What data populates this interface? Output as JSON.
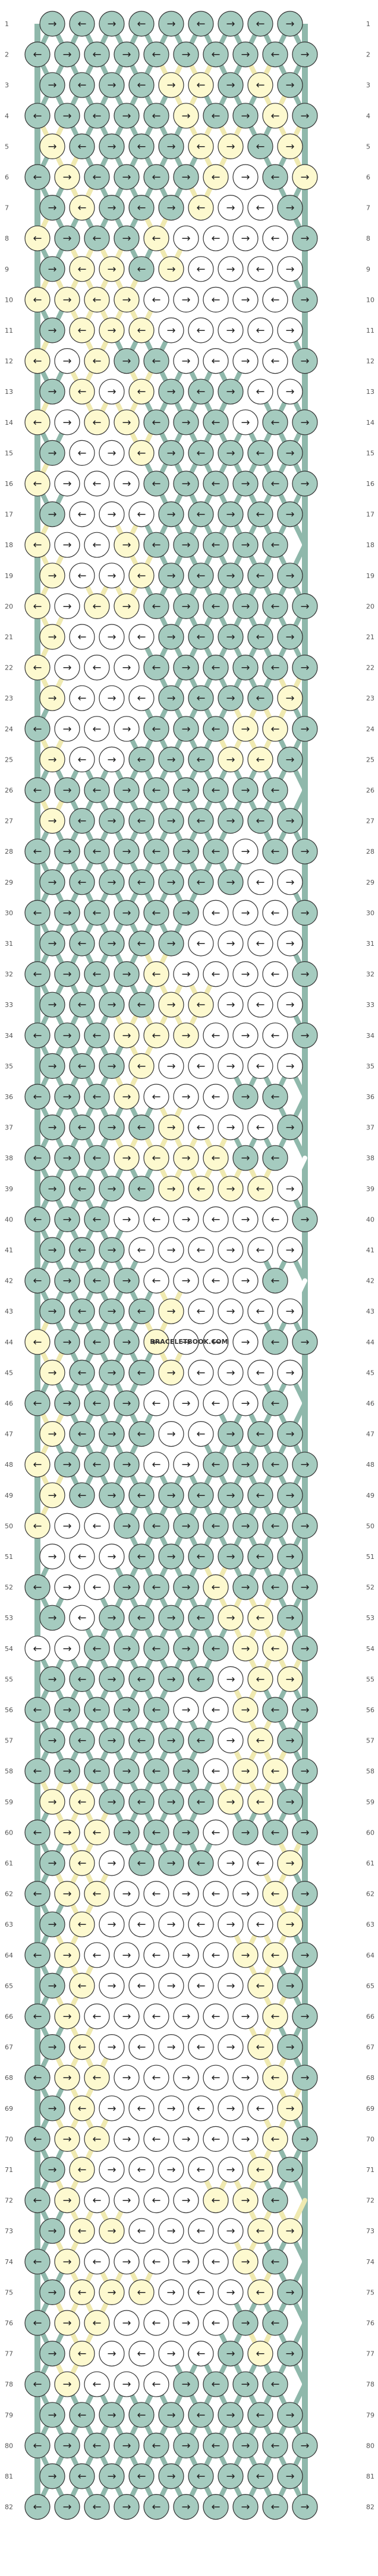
{
  "watermark": "BRACELETBOOK.COM",
  "colors": {
    "teal": "#a5cbbf",
    "cream": "#fdf9cf",
    "white": "#ffffff",
    "outline": "#333333",
    "strand_teal": "#8fb8ab",
    "strand_cream": "#efe9b0"
  },
  "legend": {
    "forward-icon": "→",
    "backward-icon": "←",
    "forward-backward-icon": "↘",
    "backward-forward-icon": "↙"
  },
  "rows": [
    {
      "n": "1",
      "k": "ttttttttt"
    },
    {
      "n": "2",
      "k": "tttttttttt"
    },
    {
      "n": "3",
      "k": "ttttcctct"
    },
    {
      "n": "4",
      "k": "tttttcttct"
    },
    {
      "n": "5",
      "k": "cttttcctcc"
    },
    {
      "n": "6",
      "k": "tcttttcwtc"
    },
    {
      "n": "7",
      "k": "tctttcwwt"
    },
    {
      "n": "8",
      "k": "ctttcwwwwt"
    },
    {
      "n": "9",
      "k": "tcctcwwwwt"
    },
    {
      "n": "10",
      "k": "ccccwwwwwt"
    },
    {
      "n": "11",
      "k": "tcccwwwwwt"
    },
    {
      "n": "12",
      "k": "cwcttwwwwt"
    },
    {
      "n": "13",
      "k": "tcwctttwwt"
    },
    {
      "n": "14",
      "k": "cwcctttwtt"
    },
    {
      "n": "15",
      "k": "twwcttttt"
    },
    {
      "n": "16",
      "k": "cwwwtttttt"
    },
    {
      "n": "17",
      "k": "twwwtttttt"
    },
    {
      "n": "18",
      "k": "cwwcttttt"
    },
    {
      "n": "19",
      "k": "cwwcttttt"
    },
    {
      "n": "20",
      "k": "cwcctttttt"
    },
    {
      "n": "21",
      "k": "cwwwtttttt"
    },
    {
      "n": "22",
      "k": "cwwwtttttt"
    },
    {
      "n": "23",
      "k": "cwwwttttct"
    },
    {
      "n": "24",
      "k": "twwwtttcct"
    },
    {
      "n": "25",
      "k": "cwwtttcctt"
    },
    {
      "n": "26",
      "k": "ttttttttt"
    },
    {
      "n": "27",
      "k": "cttttttttt"
    },
    {
      "n": "28",
      "k": "tttttttwtt"
    },
    {
      "n": "29",
      "k": "tttttttwwt"
    },
    {
      "n": "30",
      "k": "ttttttwwwt"
    },
    {
      "n": "31",
      "k": "tttttwwwwt"
    },
    {
      "n": "32",
      "k": "ttttcwwwwt"
    },
    {
      "n": "33",
      "k": "ttttccwwwt"
    },
    {
      "n": "34",
      "k": "tttcccwwwt"
    },
    {
      "n": "35",
      "k": "tttcwwwwwt"
    },
    {
      "n": "36",
      "k": "tttcwwwtt"
    },
    {
      "n": "37",
      "k": "ttttcwwwtt"
    },
    {
      "n": "38",
      "k": "tttcccctt"
    },
    {
      "n": "39",
      "k": "ttttccccwt"
    },
    {
      "n": "40",
      "k": "tttwwwwwwt"
    },
    {
      "n": "41",
      "k": "tttwwwwwwt"
    },
    {
      "n": "42",
      "k": "ttttwwwwt"
    },
    {
      "n": "43",
      "k": "ttttcwwwwt"
    },
    {
      "n": "44",
      "k": "ctttcwwwtt"
    },
    {
      "n": "45",
      "k": "ctttcwwwwt"
    },
    {
      "n": "46",
      "k": "ttttwwwwt"
    },
    {
      "n": "47",
      "k": "ctttwwtttt"
    },
    {
      "n": "48",
      "k": "ctttwwtttt"
    },
    {
      "n": "49",
      "k": "cttttttttt"
    },
    {
      "n": "50",
      "k": "cwwttttttt"
    },
    {
      "n": "51",
      "k": "wwwttttttt"
    },
    {
      "n": "52",
      "k": "twwtttcttt"
    },
    {
      "n": "53",
      "k": "twttttcctt"
    },
    {
      "n": "54",
      "k": "wwtttttcct"
    },
    {
      "n": "55",
      "k": "ttttttwcct"
    },
    {
      "n": "56",
      "k": "tttttwwctt"
    },
    {
      "n": "57",
      "k": "ttttttwct"
    },
    {
      "n": "58",
      "k": "ttttttwcct"
    },
    {
      "n": "59",
      "k": "ccttttcctt"
    },
    {
      "n": "60",
      "k": "tcctttwttt"
    },
    {
      "n": "61",
      "k": "tcwtttwwct"
    },
    {
      "n": "62",
      "k": "tccwwwwwct"
    },
    {
      "n": "63",
      "k": "tcwwwwwwct"
    },
    {
      "n": "64",
      "k": "tcwwwwwcct"
    },
    {
      "n": "65",
      "k": "tcwwwwwct"
    },
    {
      "n": "66",
      "k": "tcwwwwwwct"
    },
    {
      "n": "67",
      "k": "tcwwwwwct"
    },
    {
      "n": "68",
      "k": "tccwwwwwct"
    },
    {
      "n": "69",
      "k": "tcwwwwwwct"
    },
    {
      "n": "70",
      "k": "tccwwwwwct"
    },
    {
      "n": "71",
      "k": "tcwwwwwct"
    },
    {
      "n": "72",
      "k": "tcwwwwcct"
    },
    {
      "n": "73",
      "k": "tccwwwwcct"
    },
    {
      "n": "74",
      "k": "tcwwwwwct"
    },
    {
      "n": "75",
      "k": "tcccwwwct"
    },
    {
      "n": "76",
      "k": "tccwwwwtt"
    },
    {
      "n": "77",
      "k": "tcwwwwtct"
    },
    {
      "n": "78",
      "k": "tcwwwtttt"
    },
    {
      "n": "79",
      "k": "ttttttttt"
    },
    {
      "n": "80",
      "k": "tttttttttt"
    },
    {
      "n": "81",
      "k": "ttttttttt"
    },
    {
      "n": "82",
      "k": "tttttttttt"
    }
  ]
}
